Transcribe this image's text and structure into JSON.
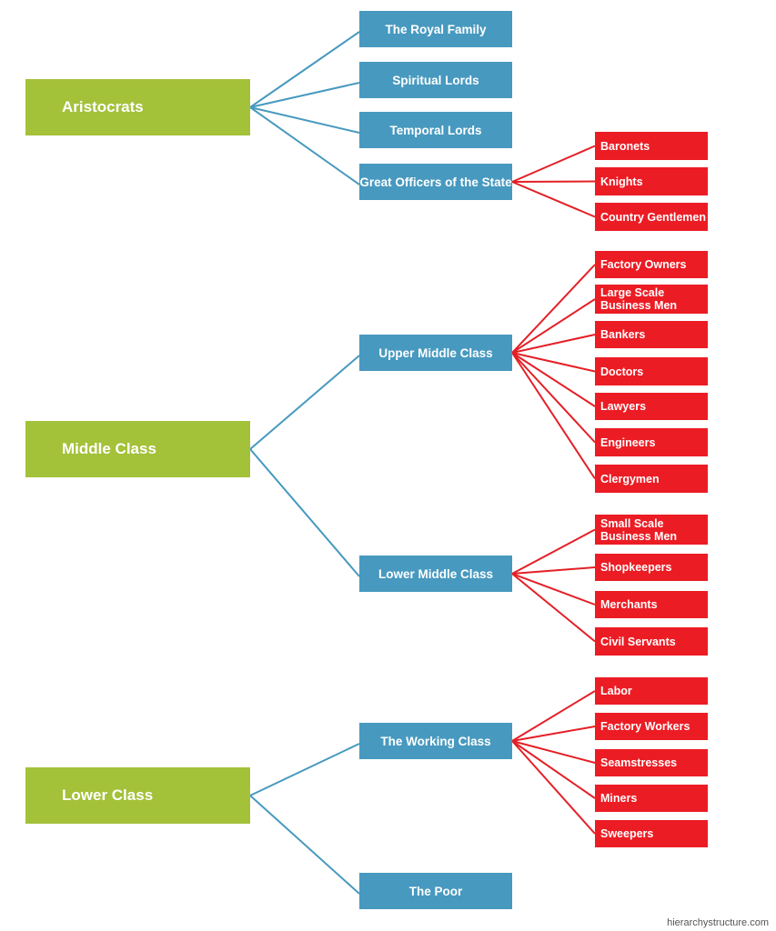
{
  "colors": {
    "level1_fill": "#a4c13a",
    "level2_fill": "#4799bf",
    "level3_fill": "#ec1c24",
    "level2_connector": "#4799bf",
    "level3_connector": "#e41f26"
  },
  "diagram": {
    "groups": [
      {
        "label": "Aristocrats",
        "children": [
          {
            "label": "The Royal Family",
            "children": []
          },
          {
            "label": "Spiritual Lords",
            "children": []
          },
          {
            "label": "Temporal Lords",
            "children": []
          },
          {
            "label": "Great Officers of the State",
            "children": [
              "Baronets",
              "Knights",
              "Country Gentlemen"
            ]
          }
        ]
      },
      {
        "label": "Middle Class",
        "children": [
          {
            "label": "Upper Middle Class",
            "children": [
              "Factory Owners",
              "Large Scale\nBusiness Men",
              "Bankers",
              "Doctors",
              "Lawyers",
              "Engineers",
              "Clergymen"
            ]
          },
          {
            "label": "Lower Middle Class",
            "children": [
              "Small Scale\nBusiness Men",
              "Shopkeepers",
              "Merchants",
              "Civil Servants"
            ]
          }
        ]
      },
      {
        "label": "Lower Class",
        "children": [
          {
            "label": "The Working Class",
            "children": [
              "Labor",
              "Factory Workers",
              "Seamstresses",
              "Miners",
              "Sweepers"
            ]
          },
          {
            "label": "The Poor",
            "children": []
          }
        ]
      }
    ]
  },
  "watermark": "hierarchystructure.com"
}
